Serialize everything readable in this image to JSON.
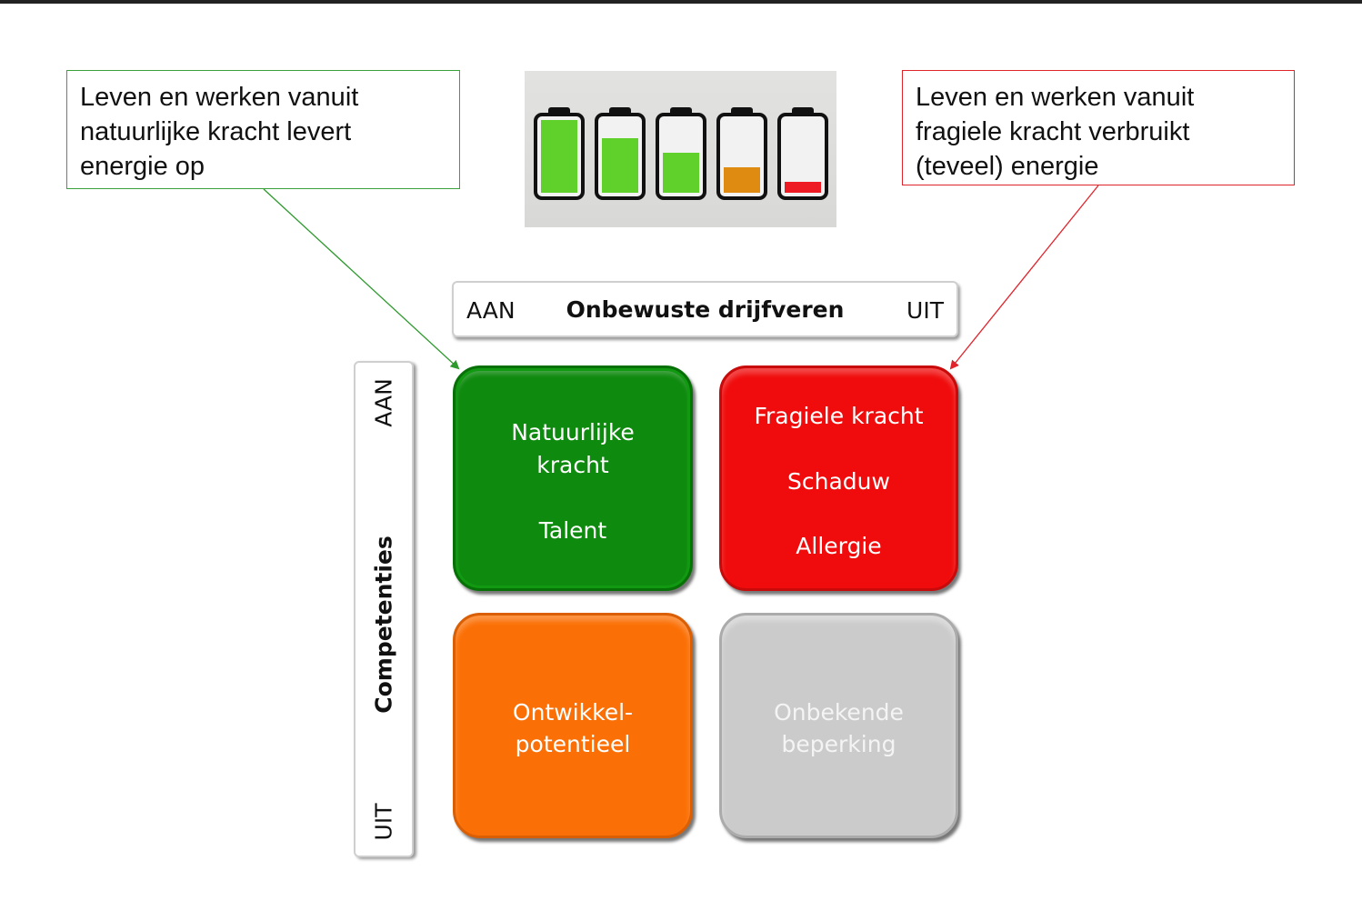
{
  "note_left": {
    "lines": [
      "Leven en werken vanuit",
      "natuurlijke kracht levert",
      "energie op"
    ],
    "border_color": "#3aa23a"
  },
  "note_right": {
    "lines": [
      "Leven en werken vanuit",
      "fragiele kracht verbruikt",
      "(teveel) energie"
    ],
    "border_color": "#e0242c"
  },
  "batteries": [
    {
      "level": 1.0,
      "color": "#5fd12a"
    },
    {
      "level": 0.75,
      "color": "#5fd12a"
    },
    {
      "level": 0.55,
      "color": "#5fd12a"
    },
    {
      "level": 0.35,
      "color": "#df8a10"
    },
    {
      "level": 0.15,
      "color": "#ee1b24"
    }
  ],
  "header": {
    "left": "AAN",
    "title": "Onbewuste drijfveren",
    "right": "UIT"
  },
  "side": {
    "top": "AAN",
    "title": "Competenties",
    "bottom": "UIT"
  },
  "quadrants": {
    "top_left": {
      "lines": [
        "Natuurlijke",
        "kracht",
        "Talent"
      ],
      "color": "#0e8a0e"
    },
    "top_right": {
      "lines": [
        "Fragiele kracht",
        "Schaduw",
        "Allergie"
      ],
      "color": "#f00c0c"
    },
    "bottom_left": {
      "lines": [
        "Ontwikkel-",
        "potentieel"
      ],
      "color": "#fb7006"
    },
    "bottom_right": {
      "lines": [
        "Onbekende",
        "beperking"
      ],
      "color": "#cbcbcb"
    }
  }
}
